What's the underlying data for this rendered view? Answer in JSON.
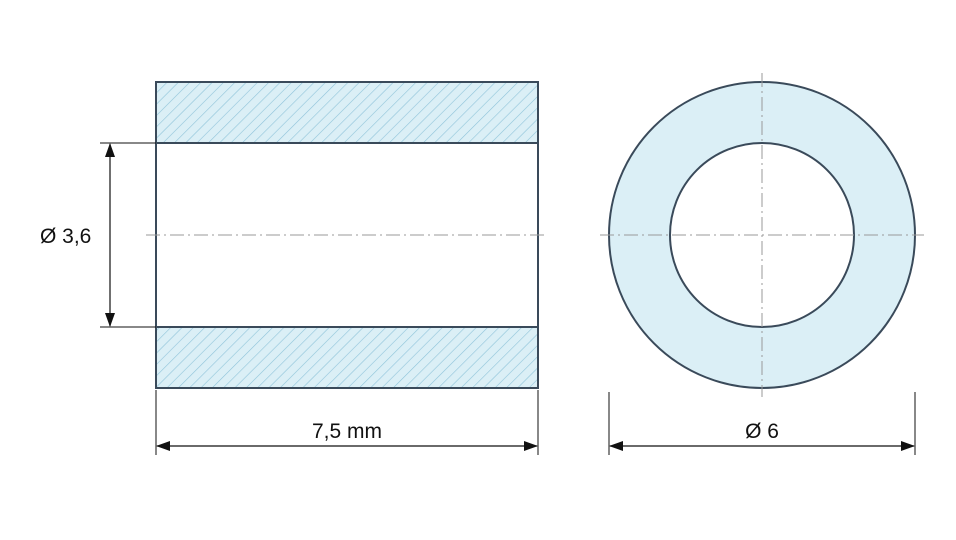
{
  "drawing": {
    "labels": {
      "inner_diameter": "Ø 3,6",
      "length": "7,5 mm",
      "outer_diameter": "Ø 6"
    },
    "colors": {
      "outline": "#3a4a5a",
      "fill": "#dbeff6",
      "hatch": "#8fc4da",
      "centerline": "#9a9a9a",
      "dimension": "#111111"
    }
  }
}
